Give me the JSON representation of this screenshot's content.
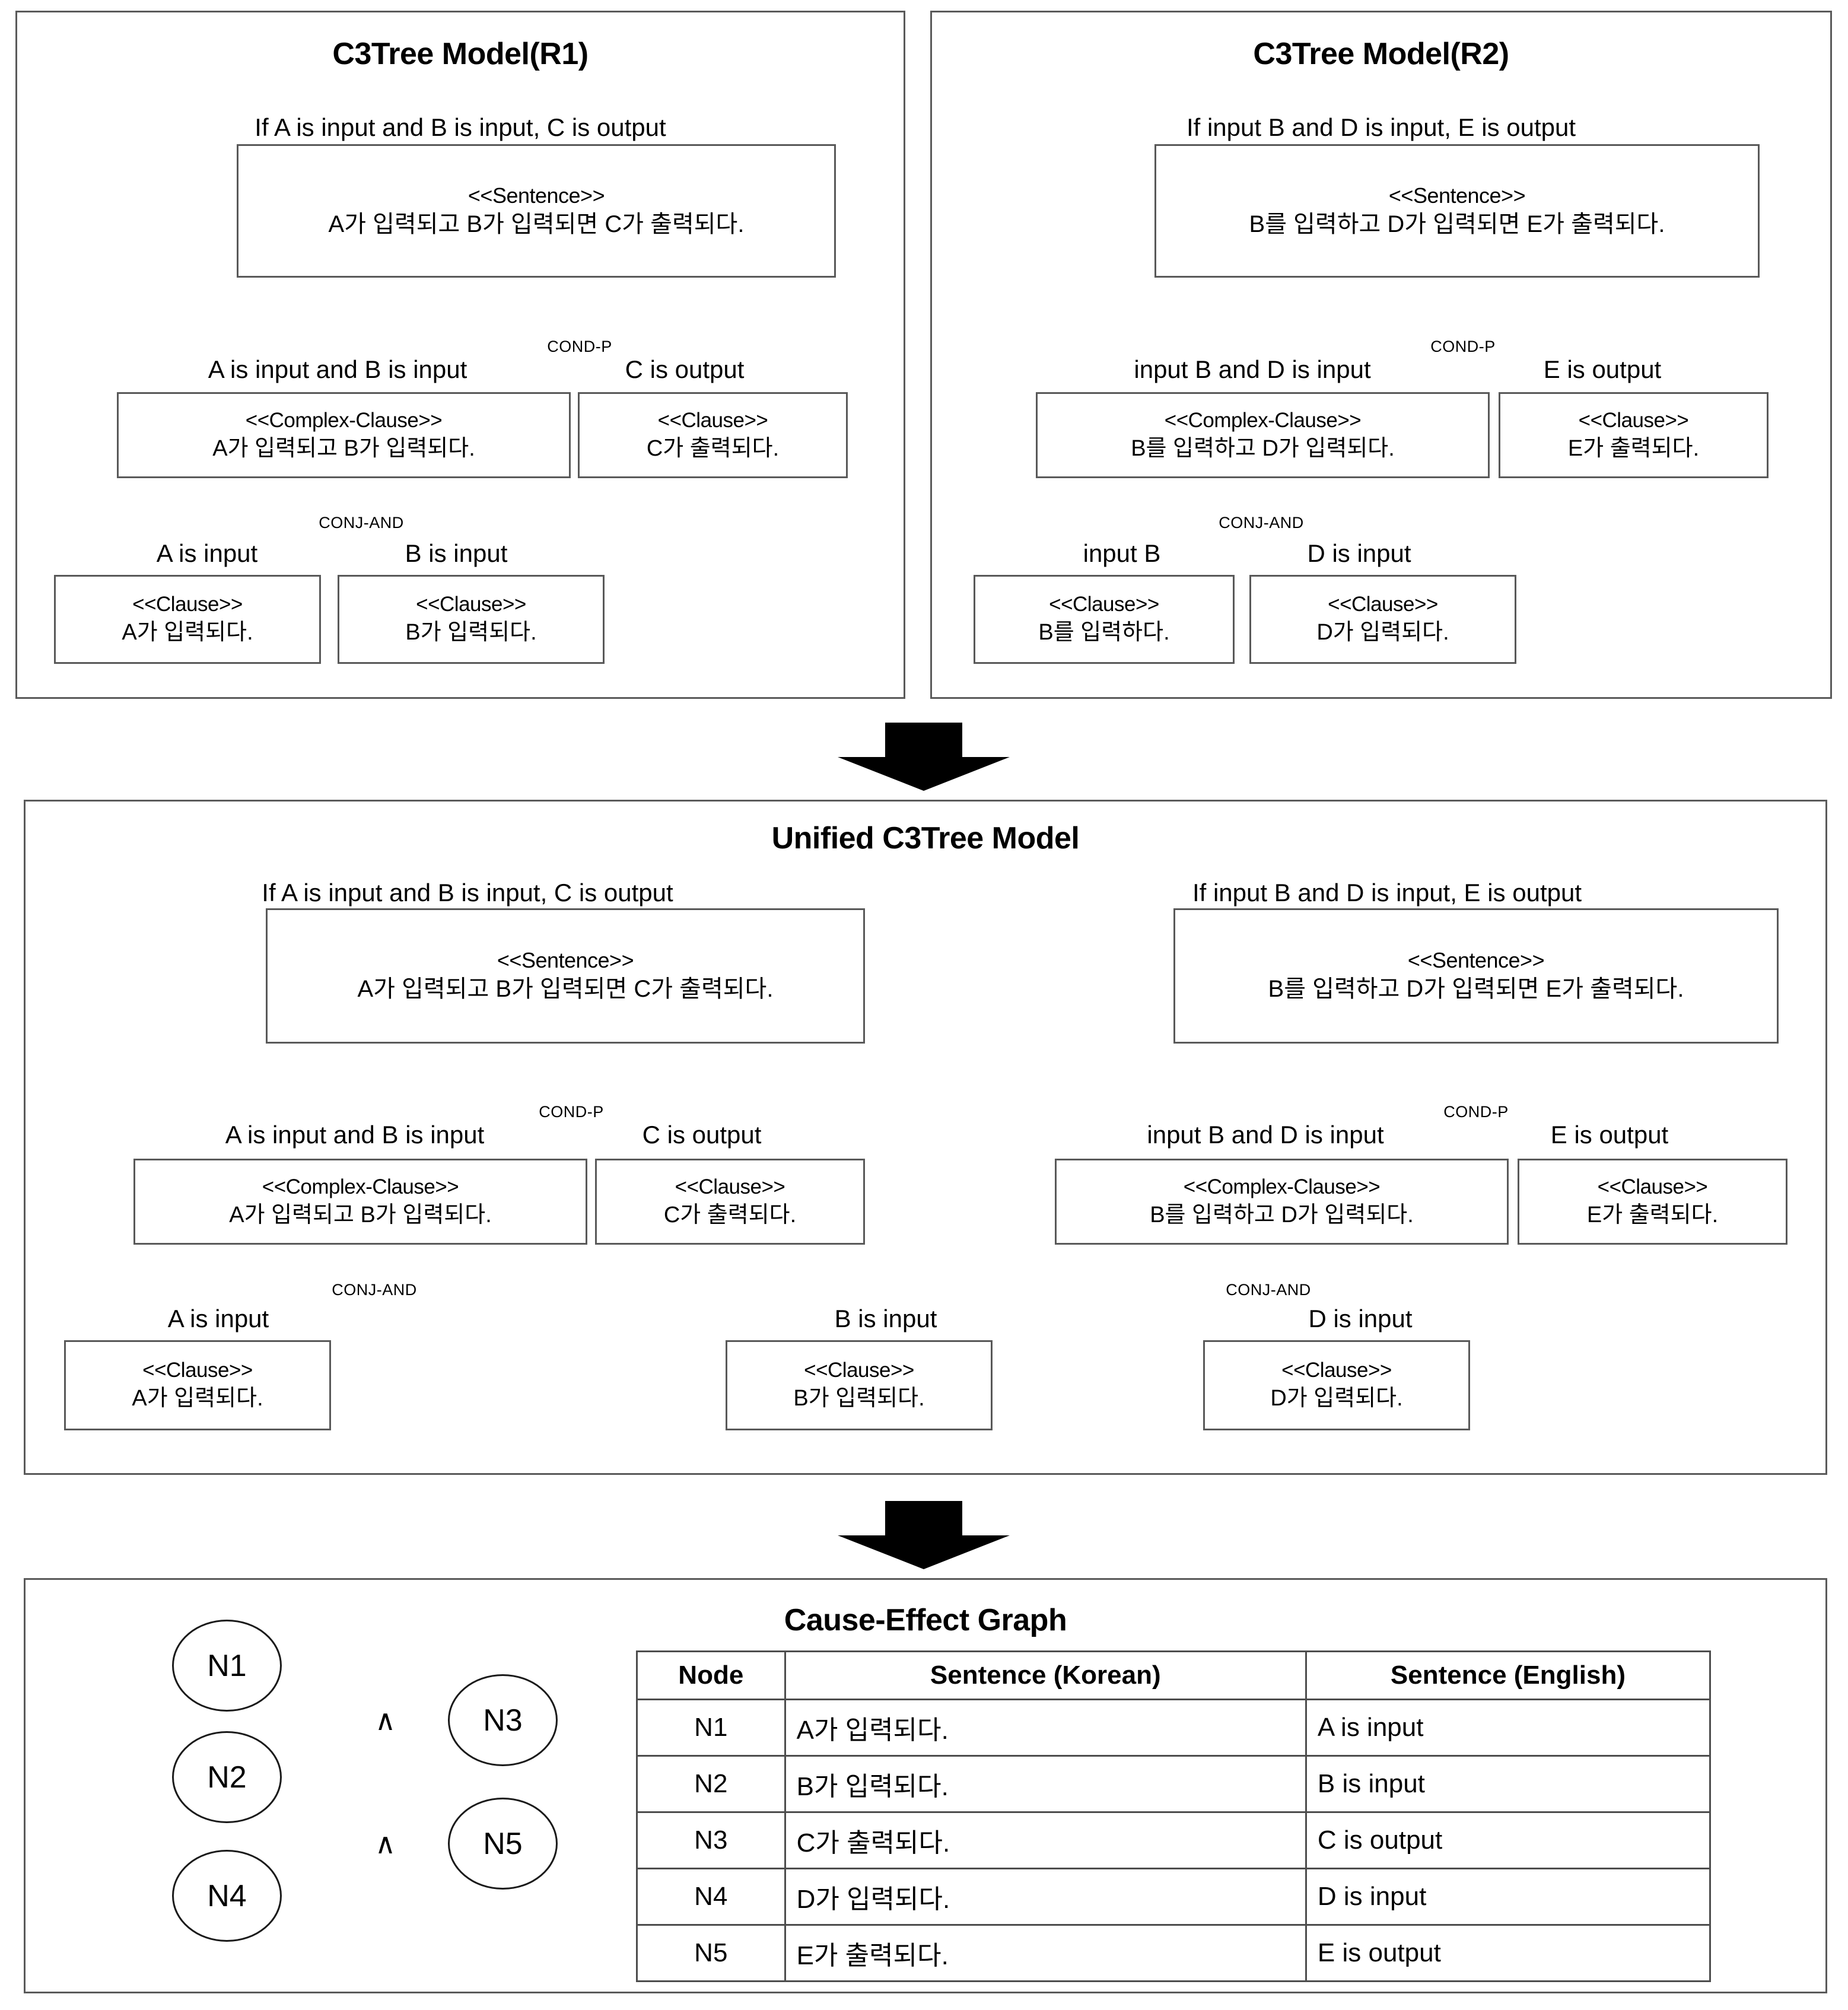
{
  "panels": {
    "r1": {
      "title": "C3Tree Model(R1)",
      "root_gloss": "If A is input and B is input, C is output",
      "root": {
        "stereo": "<<Sentence>>",
        "kor": "A가 입력되고 B가 입력되면 C가 출력되다."
      },
      "rel_cond": "COND-P",
      "rel_conj": "CONJ-AND",
      "left_gloss": "A is input and B is input",
      "left": {
        "stereo": "<<Complex-Clause>>",
        "kor": "A가 입력되고 B가 입력되다."
      },
      "right_gloss": "C is output",
      "right": {
        "stereo": "<<Clause>>",
        "kor": "C가 출력되다."
      },
      "leaf1_gloss": "A is input",
      "leaf1": {
        "stereo": "<<Clause>>",
        "kor": "A가 입력되다."
      },
      "leaf2_gloss": "B is input",
      "leaf2": {
        "stereo": "<<Clause>>",
        "kor": "B가 입력되다."
      }
    },
    "r2": {
      "title": "C3Tree Model(R2)",
      "root_gloss": "If input B and D is input, E is output",
      "root": {
        "stereo": "<<Sentence>>",
        "kor": "B를 입력하고 D가 입력되면 E가 출력되다."
      },
      "rel_cond": "COND-P",
      "rel_conj": "CONJ-AND",
      "left_gloss": "input B and D is input",
      "left": {
        "stereo": "<<Complex-Clause>>",
        "kor": "B를 입력하고 D가 입력되다."
      },
      "right_gloss": "E is output",
      "right": {
        "stereo": "<<Clause>>",
        "kor": "E가 출력되다."
      },
      "leaf1_gloss": "input B",
      "leaf1": {
        "stereo": "<<Clause>>",
        "kor": "B를 입력하다."
      },
      "leaf2_gloss": "D is input",
      "leaf2": {
        "stereo": "<<Clause>>",
        "kor": "D가 입력되다."
      }
    },
    "unified": {
      "title": "Unified C3Tree Model",
      "left_tree": {
        "root_gloss": "If A is input and B is input, C is output",
        "root": {
          "stereo": "<<Sentence>>",
          "kor": "A가 입력되고 B가 입력되면 C가 출력되다."
        },
        "rel_cond": "COND-P",
        "rel_conj": "CONJ-AND",
        "left_gloss": "A is input and B is input",
        "left": {
          "stereo": "<<Complex-Clause>>",
          "kor": "A가 입력되고 B가 입력되다."
        },
        "right_gloss": "C is output",
        "right": {
          "stereo": "<<Clause>>",
          "kor": "C가 출력되다."
        },
        "leafA_gloss": "A is input",
        "leafA": {
          "stereo": "<<Clause>>",
          "kor": "A가 입력되다."
        }
      },
      "shared": {
        "gloss": "B is input",
        "node": {
          "stereo": "<<Clause>>",
          "kor": "B가 입력되다."
        }
      },
      "right_tree": {
        "root_gloss": "If input B and D is input, E is output",
        "root": {
          "stereo": "<<Sentence>>",
          "kor": "B를 입력하고 D가 입력되면 E가 출력되다."
        },
        "rel_cond": "COND-P",
        "rel_conj": "CONJ-AND",
        "left_gloss": "input B and D is input",
        "left": {
          "stereo": "<<Complex-Clause>>",
          "kor": "B를 입력하고 D가 입력되다."
        },
        "right_gloss": "E is output",
        "right": {
          "stereo": "<<Clause>>",
          "kor": "E가 출력되다."
        },
        "leafD_gloss": "D is input",
        "leafD": {
          "stereo": "<<Clause>>",
          "kor": "D가 입력되다."
        }
      }
    },
    "ceg": {
      "title": "Cause-Effect Graph",
      "nodes": [
        {
          "id": "N1"
        },
        {
          "id": "N2"
        },
        {
          "id": "N3"
        },
        {
          "id": "N4"
        },
        {
          "id": "N5"
        }
      ],
      "and_symbol": "∧",
      "table": {
        "headers": [
          "Node",
          "Sentence (Korean)",
          "Sentence (English)"
        ],
        "rows": [
          {
            "node": "N1",
            "korean": "A가 입력되다.",
            "english": "A is input"
          },
          {
            "node": "N2",
            "korean": "B가 입력되다.",
            "english": "B is input"
          },
          {
            "node": "N3",
            "korean": "C가 출력되다.",
            "english": "C is output"
          },
          {
            "node": "N4",
            "korean": "D가 입력되다.",
            "english": "D is input"
          },
          {
            "node": "N5",
            "korean": "E가 출력되다.",
            "english": "E is output"
          }
        ]
      }
    }
  },
  "colors": {
    "panel_border": "#5a5a5a",
    "node_border": "#595959",
    "edge_line": "#555555",
    "arrow_fill": "#000000"
  }
}
